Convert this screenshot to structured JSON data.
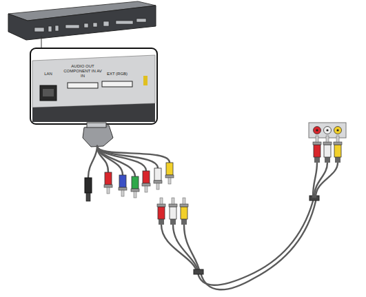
{
  "diagram": {
    "labels": [
      "LAN",
      "AUDIO OUT COMPONENT IN AV IN",
      "EXT (RGB)"
    ]
  }
}
